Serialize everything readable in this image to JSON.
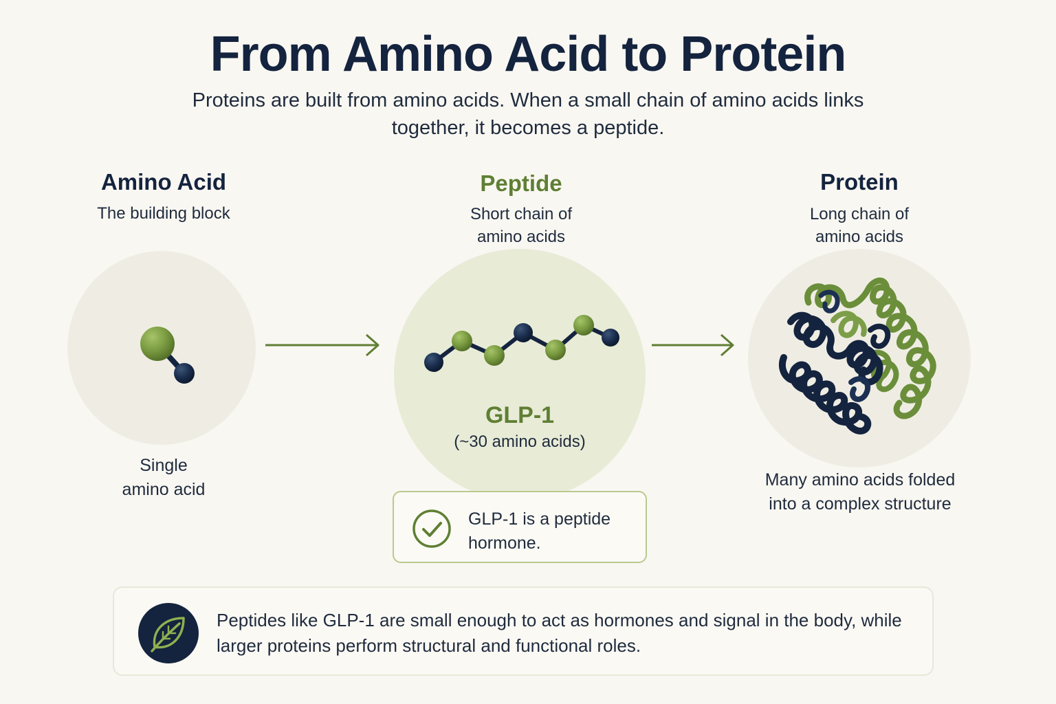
{
  "title": "From Amino Acid to Protein",
  "subtitle": "Proteins are built from amino acids. When a small chain of amino acids links together, it becomes a peptide.",
  "columns": {
    "amino": {
      "heading": "Amino Acid",
      "subheading": "The building block",
      "caption": [
        "Single",
        "amino acid"
      ]
    },
    "peptide": {
      "heading": "Peptide",
      "subheading": [
        "Short chain of",
        "amino acids"
      ],
      "name": "GLP-1",
      "count": "(~30 amino acids)",
      "note": "GLP-1 is a peptide hormone."
    },
    "protein": {
      "heading": "Protein",
      "subheading": [
        "Long chain of",
        "amino acids"
      ],
      "caption": [
        "Many amino acids folded",
        "into a complex structure"
      ]
    }
  },
  "footer": {
    "text": "Peptides like GLP-1 are small enough to act as hormones and signal in the body, while larger proteins perform structural and functional roles."
  },
  "icons": {
    "arrows": "arrow-right-icon",
    "note": "check-circle-icon",
    "footer": "leaf-icon"
  },
  "colors": {
    "navy": "#14233e",
    "green": "#6b8e3a",
    "green_text": "#5f7f33",
    "background": "#f9f7f2",
    "disc": "#efede3",
    "peptide_disc": "#e8ebd6"
  }
}
